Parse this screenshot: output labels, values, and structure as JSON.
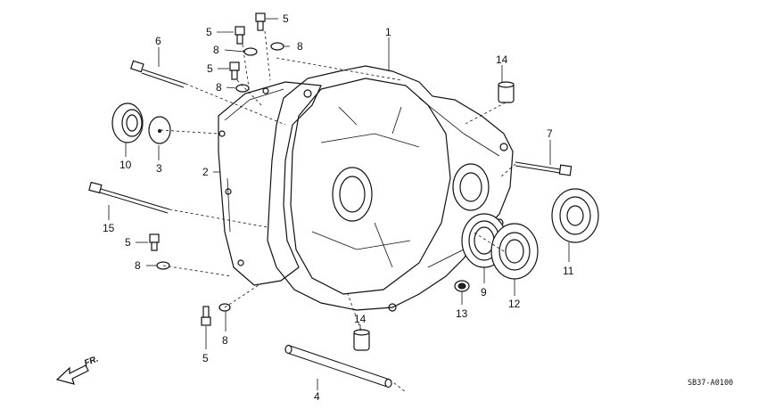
{
  "callouts": [
    {
      "id": "c1",
      "text": "1"
    },
    {
      "id": "c2",
      "text": "2"
    },
    {
      "id": "c3",
      "text": "3"
    },
    {
      "id": "c4",
      "text": "4"
    },
    {
      "id": "c5a",
      "text": "5"
    },
    {
      "id": "c5b",
      "text": "5"
    },
    {
      "id": "c5c",
      "text": "5"
    },
    {
      "id": "c5d",
      "text": "5"
    },
    {
      "id": "c5e",
      "text": "5"
    },
    {
      "id": "c6",
      "text": "6"
    },
    {
      "id": "c7",
      "text": "7"
    },
    {
      "id": "c8a",
      "text": "8"
    },
    {
      "id": "c8b",
      "text": "8"
    },
    {
      "id": "c8c",
      "text": "8"
    },
    {
      "id": "c8d",
      "text": "8"
    },
    {
      "id": "c8e",
      "text": "8"
    },
    {
      "id": "c9",
      "text": "9"
    },
    {
      "id": "c10",
      "text": "10"
    },
    {
      "id": "c11",
      "text": "11"
    },
    {
      "id": "c12",
      "text": "12"
    },
    {
      "id": "c13",
      "text": "13"
    },
    {
      "id": "c14a",
      "text": "14"
    },
    {
      "id": "c14b",
      "text": "14"
    },
    {
      "id": "c15",
      "text": "15"
    }
  ],
  "direction_label": "FR.",
  "diagram_code": "SB37-A0100"
}
